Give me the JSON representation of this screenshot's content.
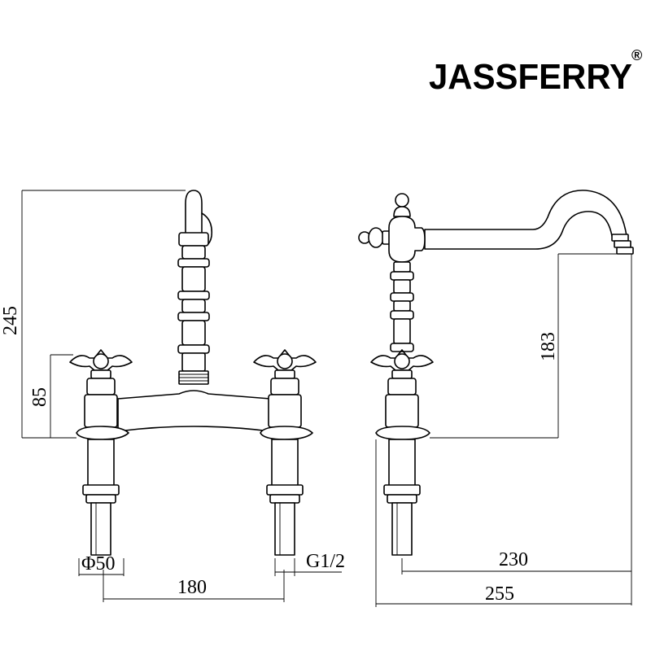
{
  "brand": {
    "name": "JASSFERRY",
    "registered_mark": "®"
  },
  "dimensions": {
    "overall_height": "245",
    "handle_height": "85",
    "spout_height": "183",
    "base_diameter": "Φ50",
    "thread": "G1/2",
    "centres": "180",
    "spout_reach": "230",
    "overall_depth": "255"
  }
}
